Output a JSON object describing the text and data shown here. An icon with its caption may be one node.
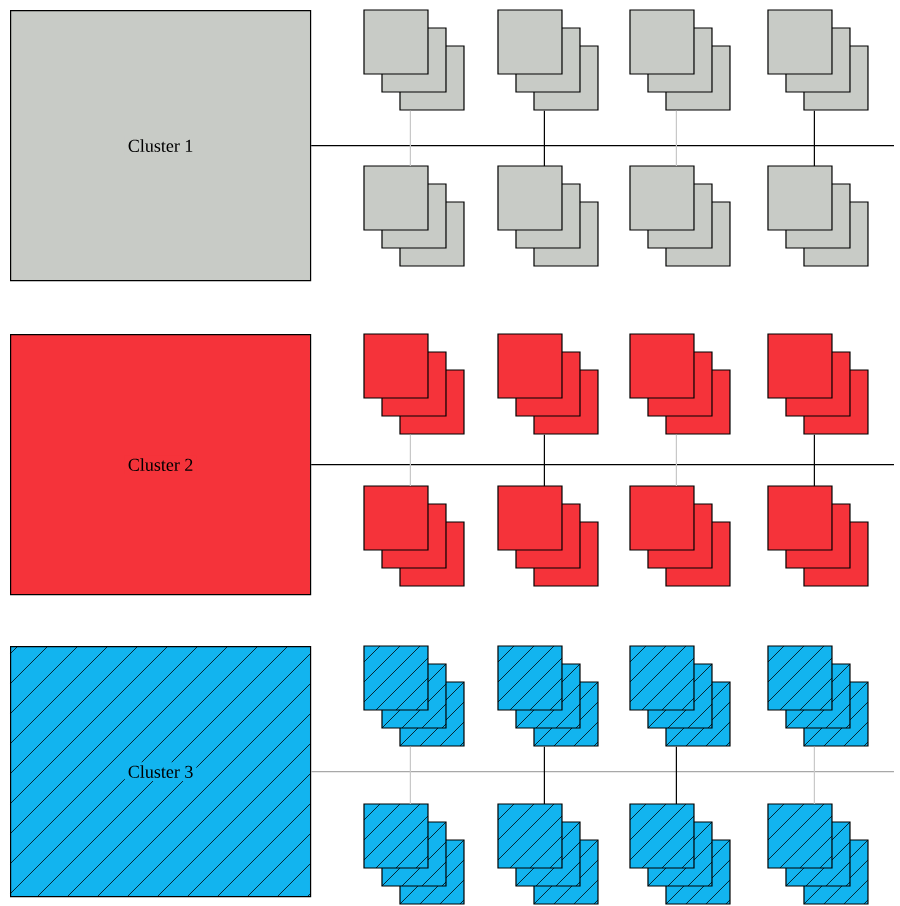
{
  "diagram": {
    "nodes": [
      {
        "text": [
          "Cluster 1"
        ]
      },
      {
        "text": [],
        "shape": "box"
      },
      {
        "text": [],
        "shape": "box"
      },
      {
        "text": [],
        "shape": "box"
      },
      {
        "text": [],
        "shape": "box"
      },
      {
        "text": [],
        "shape": "box"
      },
      {
        "text": [],
        "shape": "box"
      },
      {
        "text": [],
        "shape": "box"
      },
      {
        "text": [],
        "shape": "box"
      },
      {
        "text": [
          "Cluster 2"
        ]
      },
      {
        "text": [],
        "shape": "box"
      },
      {
        "text": [],
        "shape": "box"
      },
      {
        "text": [],
        "shape": "box"
      },
      {
        "text": [],
        "shape": "box"
      },
      {
        "text": [],
        "shape": "box"
      },
      {
        "text": [],
        "shape": "box"
      },
      {
        "text": [],
        "shape": "box"
      },
      {
        "text": [],
        "shape": "box"
      },
      {
        "text": [
          "Cluster 3"
        ]
      },
      {
        "text": [],
        "shape": "box"
      },
      {
        "text": [],
        "shape": "box"
      },
      {
        "text": [],
        "shape": "box"
      },
      {
        "text": [],
        "shape": "box"
      },
      {
        "text": [],
        "shape": "box"
      },
      {
        "text": [],
        "shape": "box"
      },
      {
        "text": [],
        "shape": "box"
      },
      {
        "text": [],
        "shape": "box"
      }
    ],
    "edges": [
      {
        "from": 0,
        "to": null,
        "arrow": "none"
      },
      {
        "from": 1,
        "to": 5,
        "arrow": "none",
        "color": "#c8c8c8"
      },
      {
        "from": 2,
        "to": 6,
        "arrow": "none"
      },
      {
        "from": 3,
        "to": 7,
        "arrow": "none",
        "color": "#c8c8c8"
      },
      {
        "from": 4,
        "to": 8,
        "arrow": "none"
      },
      {
        "from": 9,
        "to": null,
        "arrow": "none"
      },
      {
        "from": 10,
        "to": 14,
        "arrow": "none",
        "color": "#c8c8c8"
      },
      {
        "from": 11,
        "to": 15,
        "arrow": "none"
      },
      {
        "from": 12,
        "to": 16,
        "arrow": "none",
        "color": "#c8c8c8"
      },
      {
        "from": 13,
        "to": 17,
        "arrow": "none"
      },
      {
        "from": 18,
        "to": null,
        "arrow": "none",
        "color": "#a8a8a8"
      },
      {
        "from": 19,
        "to": 23,
        "arrow": "none",
        "color": "#c8c8c8"
      },
      {
        "from": 20,
        "to": 24,
        "arrow": "none"
      },
      {
        "from": 21,
        "to": 25,
        "arrow": "none"
      },
      {
        "from": 22,
        "to": 26,
        "arrow": "none",
        "color": "#c8c8c8"
      }
    ]
  }
}
